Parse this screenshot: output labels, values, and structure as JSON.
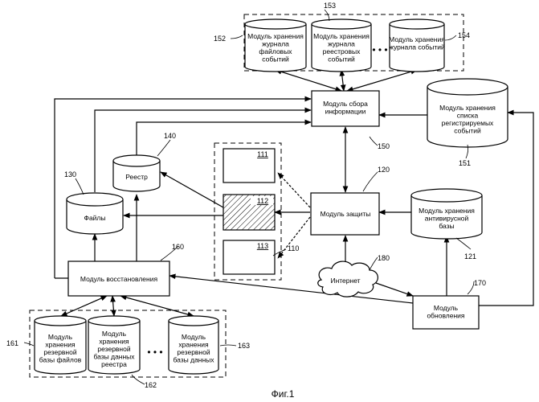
{
  "caption": "Фиг.1",
  "ellipsis": "• • •",
  "nodes": {
    "log_file": {
      "lines": [
        "Модуль хранения",
        "журнала",
        "файловых",
        "событий"
      ],
      "ref": "152"
    },
    "log_reg": {
      "lines": [
        "Модуль хранения",
        "журнала",
        "реестровых",
        "событий"
      ],
      "ref": "153"
    },
    "log_other": {
      "lines": [
        "Модуль хранения",
        "журнала  событий"
      ],
      "ref": "154"
    },
    "collect": {
      "lines": [
        "Модуль сбора",
        "информации"
      ],
      "ref": "150"
    },
    "reg_list": {
      "lines": [
        "Модуль хранения",
        "списка",
        "регистрируемых",
        "событий"
      ],
      "ref": "151"
    },
    "registry": {
      "lines": [
        "Реестр"
      ],
      "ref": "140"
    },
    "files": {
      "lines": [
        "Файлы"
      ],
      "ref": "130"
    },
    "protect": {
      "lines": [
        "Модуль защиты"
      ],
      "ref": "120"
    },
    "av_db": {
      "lines": [
        "Модуль хранения",
        "антивирусной",
        "базы"
      ],
      "ref": "121"
    },
    "internet": {
      "lines": [
        "Интернет"
      ],
      "ref": "180"
    },
    "restore": {
      "lines": [
        "Модуль восстановления"
      ],
      "ref": "160"
    },
    "update": {
      "lines": [
        "Модуль",
        "обновления"
      ],
      "ref": "170"
    },
    "bk_files": {
      "lines": [
        "Модуль",
        "хранения",
        "резервной",
        "базы файлов"
      ],
      "ref": "161"
    },
    "bk_reg": {
      "lines": [
        "Модуль",
        "хранения",
        "резервной",
        "базы данных",
        "реестра"
      ],
      "ref": "162"
    },
    "bk_data": {
      "lines": [
        "Модуль",
        "хранения",
        "резервной",
        "базы данных"
      ],
      "ref": "163"
    },
    "computer": {
      "ref": "110",
      "blocks": [
        "111",
        "112",
        "113"
      ]
    }
  }
}
